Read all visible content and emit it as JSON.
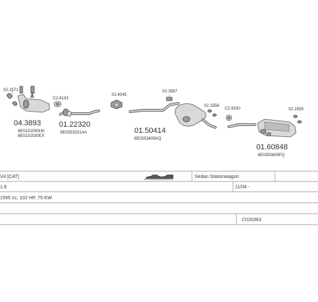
{
  "parts": [
    {
      "ref": "02.1571"
    },
    {
      "ref": "04.3893",
      "oem1": "8E0131030HX",
      "oem2": "8E0131030EX"
    },
    {
      "ref": "C2.8133"
    },
    {
      "ref": "01.22320",
      "oem1": "8E0253201AA"
    },
    {
      "ref": "02.4045"
    },
    {
      "ref": "01.50414",
      "oem1": "8E0253409AQ"
    },
    {
      "ref": "02.3567"
    },
    {
      "ref": "02.1558"
    },
    {
      "ref": "C2.8150"
    },
    {
      "ref": "02.1559"
    },
    {
      "ref": "01.60848",
      "oem1": "8E0253609FQ"
    }
  ],
  "info": {
    "row1_left": "V4 [CAT]",
    "row1_right": "Sedan Stationwagon",
    "row2_left": "1.6",
    "row2_right": "11/04 -",
    "row3_left": "1595 cc, 102 HP, 75 KW",
    "code": "C020363"
  }
}
